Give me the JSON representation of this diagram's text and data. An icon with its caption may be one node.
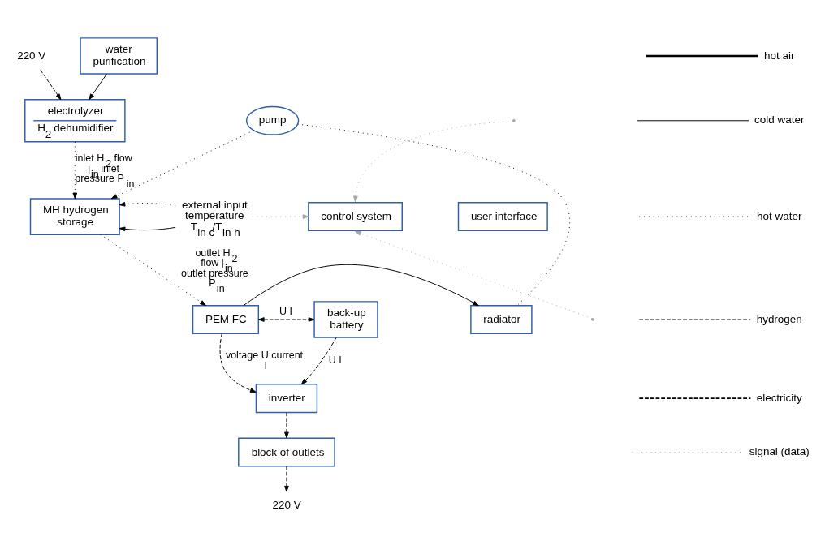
{
  "diagram": {
    "nodes": [
      {
        "text": [
          "220 V"
        ]
      },
      {
        "text": [
          "water purification"
        ]
      },
      {
        "text": [
          "electrolyzer",
          "H$_{2}$ dehumidifier"
        ]
      },
      {
        "text": [
          "external input temperature T$_{in c}$/T$_{in h}$"
        ]
      },
      {
        "text": [
          "pump"
        ]
      },
      {
        "text": [
          "MH hydrogen storage"
        ]
      },
      {
        "text": [
          "control system"
        ]
      },
      {
        "text": [
          "user interface"
        ]
      },
      {
        "text": [
          "radiator"
        ]
      },
      {
        "text": [
          "PEM FC"
        ]
      },
      {
        "text": [
          "back-up battery"
        ]
      },
      {
        "text": [
          "inverter"
        ]
      },
      {
        "text": [
          "block of outlets"
        ]
      },
      {
        "text": [
          "220 V"
        ]
      }
    ],
    "edges": [
      {
        "from": 0,
        "to": 2,
        "arrow": "to",
        "style": "dashed"
      },
      {
        "from": 1,
        "to": 2,
        "arrow": "to"
      },
      {
        "from": 2,
        "to": 5,
        "arrow": "to",
        "style": "dashed",
        "label": "inlet H$_{2}$ flow j$_{in}$ inlet pressure P$_{in}$"
      },
      {
        "from": 3,
        "to": 5,
        "arrow": "to"
      },
      {
        "from": 3,
        "to": 5,
        "arrow": "to",
        "style": "dashed"
      },
      {
        "from": 4,
        "to": 5,
        "arrow": "to",
        "style": "dashed"
      },
      {
        "from": 4,
        "to": 8,
        "arrow": "none",
        "style": "dashed"
      },
      {
        "from": 5,
        "to": 9,
        "arrow": "to",
        "style": "dashed",
        "label": "outlet H$_{2}$ flow j$_{in}$ outlet pressure P$_{in}$"
      },
      {
        "from": 9,
        "to": 8,
        "arrow": "to"
      },
      {
        "from": 9,
        "to": 10,
        "arrow": "both",
        "style": "dashed",
        "label": "U I"
      },
      {
        "from": 9,
        "to": 11,
        "arrow": "to",
        "style": "dashed",
        "label": "voltage U current I"
      },
      {
        "from": 10,
        "to": 11,
        "arrow": "to",
        "style": "dashed",
        "label": "U I"
      },
      {
        "from": 11,
        "to": 12,
        "arrow": "to",
        "style": "dashed"
      },
      {
        "from": 12,
        "to": 13,
        "arrow": "to",
        "style": "dashed"
      },
      {
        "from": null,
        "to": 6,
        "arrow": "to",
        "style": "dashed",
        "color": "#a6a6a6"
      },
      {
        "from": 3,
        "to": 6,
        "arrow": "to",
        "style": "dashed",
        "color": "#a6a6a6"
      },
      {
        "from": null,
        "to": 6,
        "arrow": "to",
        "style": "dashed",
        "color": "#a6a6a6"
      }
    ],
    "legend": [
      {
        "text": "hot air"
      },
      {
        "text": "cold water"
      },
      {
        "text": "hot water"
      },
      {
        "text": "hydrogen"
      },
      {
        "text": "electricity"
      },
      {
        "text": "signal (data)"
      }
    ]
  }
}
